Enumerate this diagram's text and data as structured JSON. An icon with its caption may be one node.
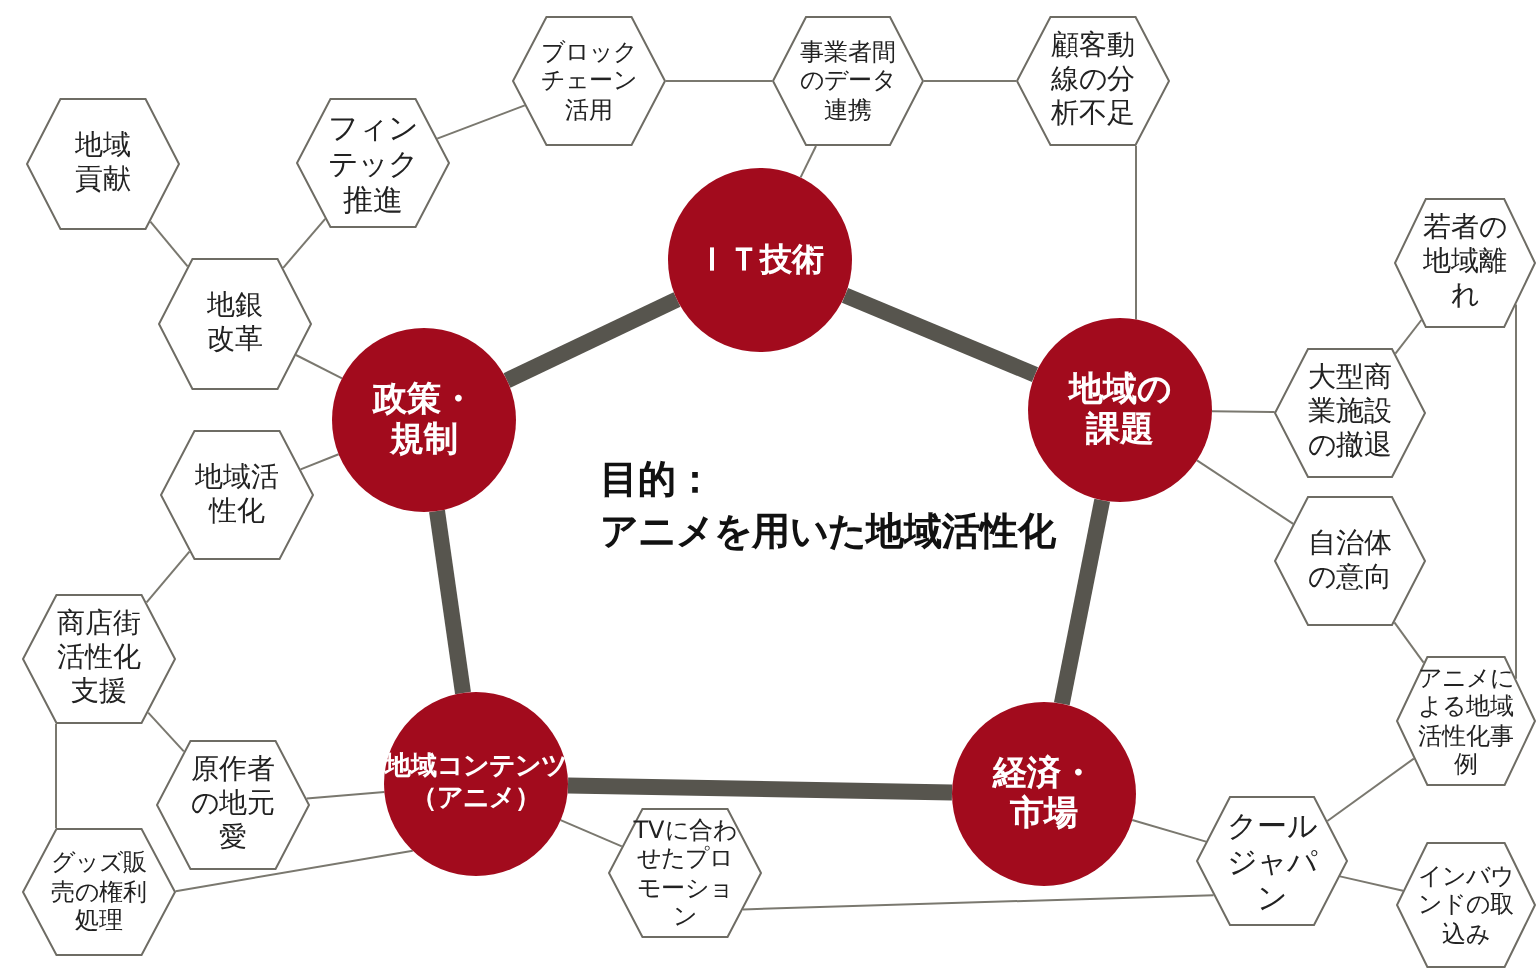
{
  "diagram": {
    "title": "目的：アニメを用いた地域活性化",
    "nodes": [
      {
        "text": [
          "ＩＴ技術"
        ]
      },
      {
        "text": [
          "地域の課題"
        ]
      },
      {
        "text": [
          "経済・市場"
        ]
      },
      {
        "text": [
          "地域コンテンツ（アニメ）"
        ]
      },
      {
        "text": [
          "政策・規制"
        ]
      },
      {
        "text": [
          "ブロックチェーン活用"
        ]
      },
      {
        "text": [
          "事業者間のデータ連携"
        ]
      },
      {
        "text": [
          "顧客動線の分析不足"
        ]
      },
      {
        "text": [
          "フィンテック推進"
        ]
      },
      {
        "text": [
          "地域貢献"
        ]
      },
      {
        "text": [
          "地銀改革"
        ]
      },
      {
        "text": [
          "若者の地域離れ"
        ]
      },
      {
        "text": [
          "大型商業施設の撤退"
        ]
      },
      {
        "text": [
          "地域活性化"
        ]
      },
      {
        "text": [
          "自治体の意向"
        ]
      },
      {
        "text": [
          "商店街活性化支援"
        ]
      },
      {
        "text": [
          "アニメによる地域活性化事例"
        ]
      },
      {
        "text": [
          "原作者の地元愛"
        ]
      },
      {
        "text": [
          "グッズ販売の権利処理"
        ]
      },
      {
        "text": [
          "TVに合わせたプロモーション"
        ]
      },
      {
        "text": [
          "クールジャパン"
        ]
      },
      {
        "text": [
          "インバウンドの取込み"
        ]
      }
    ],
    "edges": [
      {
        "from": 0,
        "to": 1,
        "arrow": "none",
        "style": "thick"
      },
      {
        "from": 1,
        "to": 2,
        "arrow": "none",
        "style": "thick"
      },
      {
        "from": 2,
        "to": 3,
        "arrow": "none",
        "style": "thick"
      },
      {
        "from": 3,
        "to": 4,
        "arrow": "none",
        "style": "thick"
      },
      {
        "from": 4,
        "to": 0,
        "arrow": "none",
        "style": "thick"
      },
      {
        "from": 0,
        "to": 6,
        "arrow": "none"
      },
      {
        "from": 6,
        "to": 5,
        "arrow": "none"
      },
      {
        "from": 6,
        "to": 7,
        "arrow": "none"
      },
      {
        "from": 5,
        "to": 8,
        "arrow": "none"
      },
      {
        "from": 7,
        "to": 1,
        "arrow": "none"
      },
      {
        "from": 8,
        "to": 10,
        "arrow": "none"
      },
      {
        "from": 9,
        "to": 10,
        "arrow": "none"
      },
      {
        "from": 10,
        "to": 4,
        "arrow": "none"
      },
      {
        "from": 13,
        "to": 4,
        "arrow": "none"
      },
      {
        "from": 13,
        "to": 15,
        "arrow": "none"
      },
      {
        "from": 15,
        "to": 17,
        "arrow": "none"
      },
      {
        "from": 15,
        "to": 18,
        "arrow": "none"
      },
      {
        "from": 17,
        "to": 3,
        "arrow": "none"
      },
      {
        "from": 18,
        "to": 3,
        "arrow": "none"
      },
      {
        "from": 3,
        "to": 19,
        "arrow": "none"
      },
      {
        "from": 19,
        "to": 20,
        "arrow": "none"
      },
      {
        "from": 2,
        "to": 20,
        "arrow": "none"
      },
      {
        "from": 20,
        "to": 16,
        "arrow": "none"
      },
      {
        "from": 20,
        "to": 21,
        "arrow": "none"
      },
      {
        "from": 1,
        "to": 12,
        "arrow": "none"
      },
      {
        "from": 12,
        "to": 11,
        "arrow": "none"
      },
      {
        "from": 1,
        "to": 14,
        "arrow": "none"
      },
      {
        "from": 14,
        "to": 16,
        "arrow": "none"
      },
      {
        "from": 11,
        "to": 16,
        "arrow": "none"
      }
    ]
  }
}
